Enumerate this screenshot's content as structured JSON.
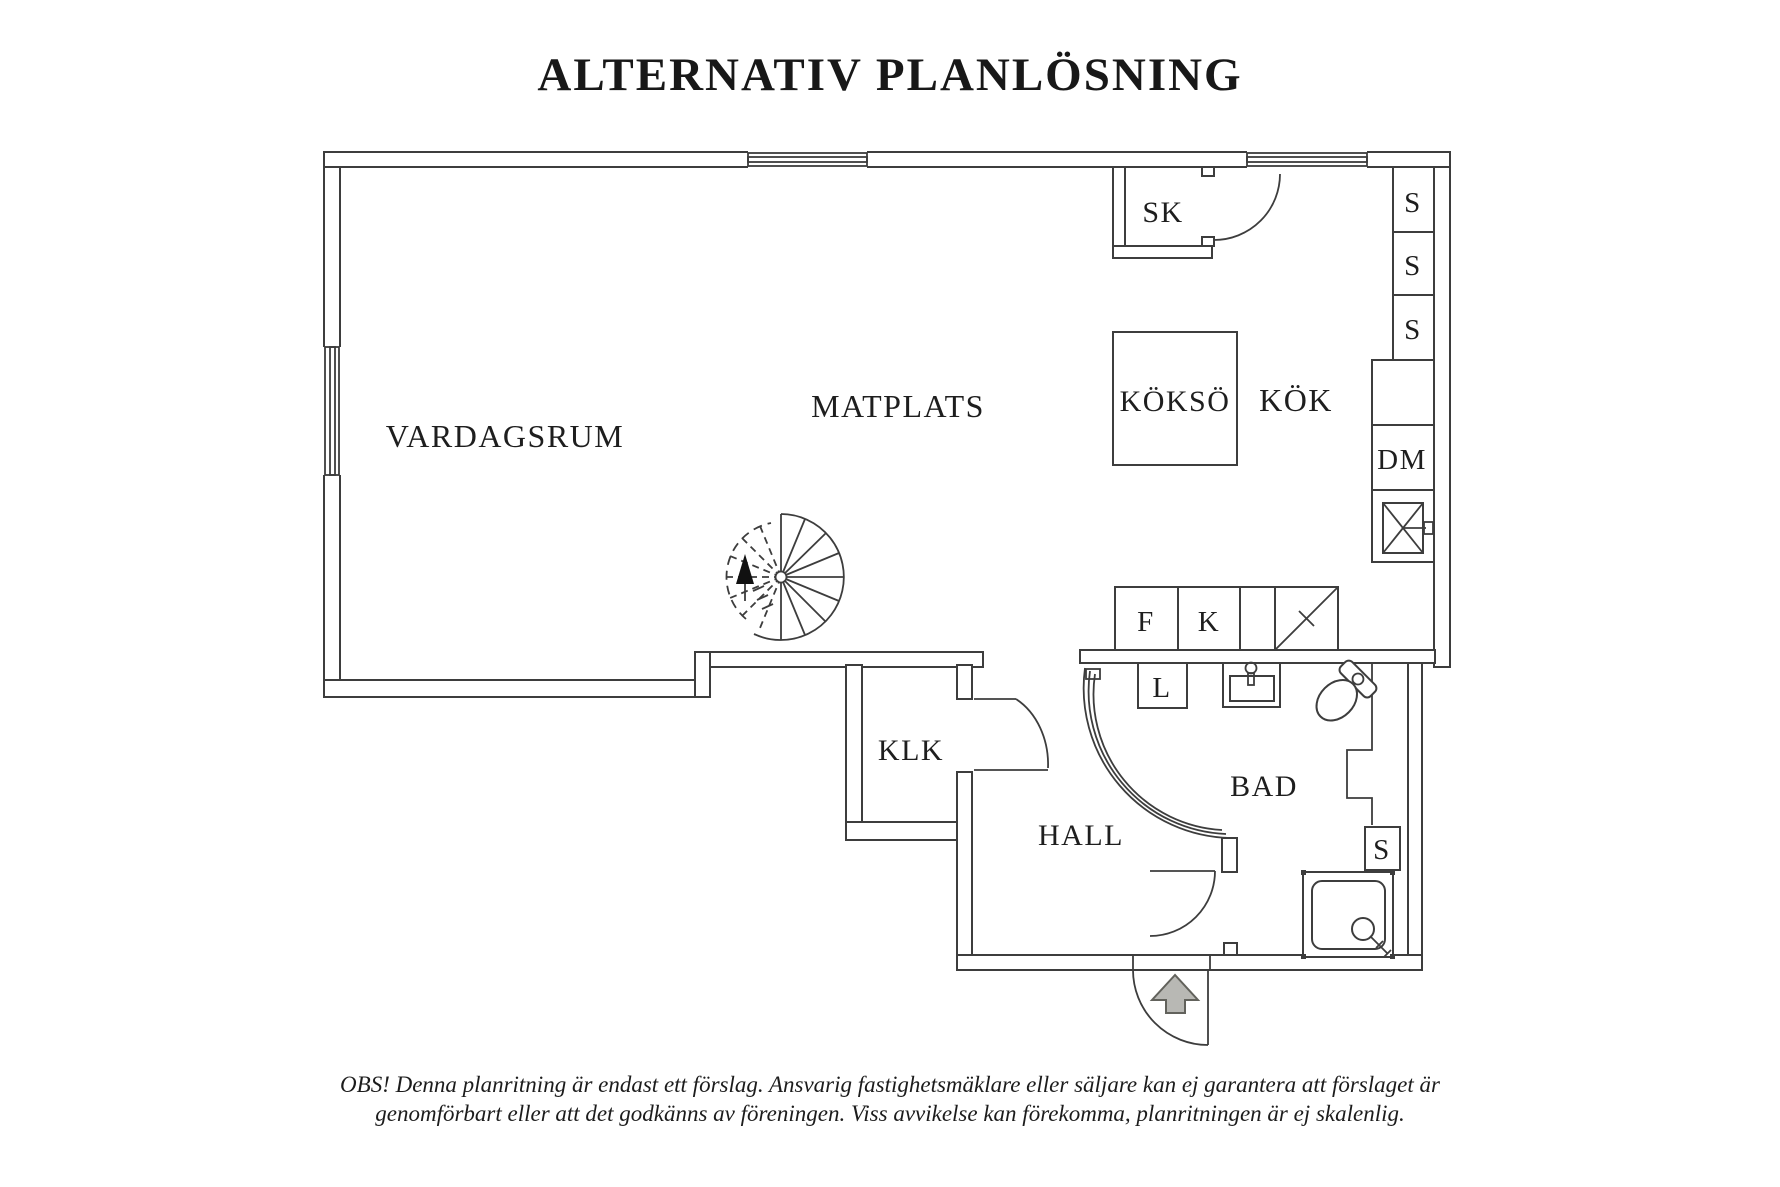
{
  "title": "ALTERNATIV PLANLÖSNING",
  "rooms": {
    "vardagsrum": "VARDAGSRUM",
    "matplats": "MATPLATS",
    "kok": "KÖK",
    "koksoe": "KÖKSÖ",
    "sk": "SK",
    "klk": "KLK",
    "hall": "HALL",
    "bad": "BAD"
  },
  "fixtures": {
    "cabinet_s1": "S",
    "cabinet_s2": "S",
    "cabinet_s3": "S",
    "dishwasher": "DM",
    "freezer": "F",
    "fridge": "K",
    "linen_cabinet": "L",
    "bath_cabinet": "S"
  },
  "icons": {
    "entry_arrow": "arrow-up",
    "spiral_stair": "spiral-staircase",
    "toilet": "toilet",
    "washbasin": "washbasin",
    "shower": "shower",
    "kitchen_sink": "sink-with-faucet"
  },
  "disclaimer": {
    "line1": "OBS! Denna planritning är endast ett förslag. Ansvarig fastighetsmäklare eller säljare kan ej garantera att förslaget är",
    "line2": "genomförbart eller att det godkänns av föreningen. Viss avvikelse kan förekomma, planritningen är ej skalenlig."
  },
  "colors": {
    "line": "#3d3d3d",
    "text": "#1e1e1e",
    "arrow_fill": "#b8b8b4",
    "arrow_stroke": "#62625c",
    "background": "#ffffff"
  }
}
